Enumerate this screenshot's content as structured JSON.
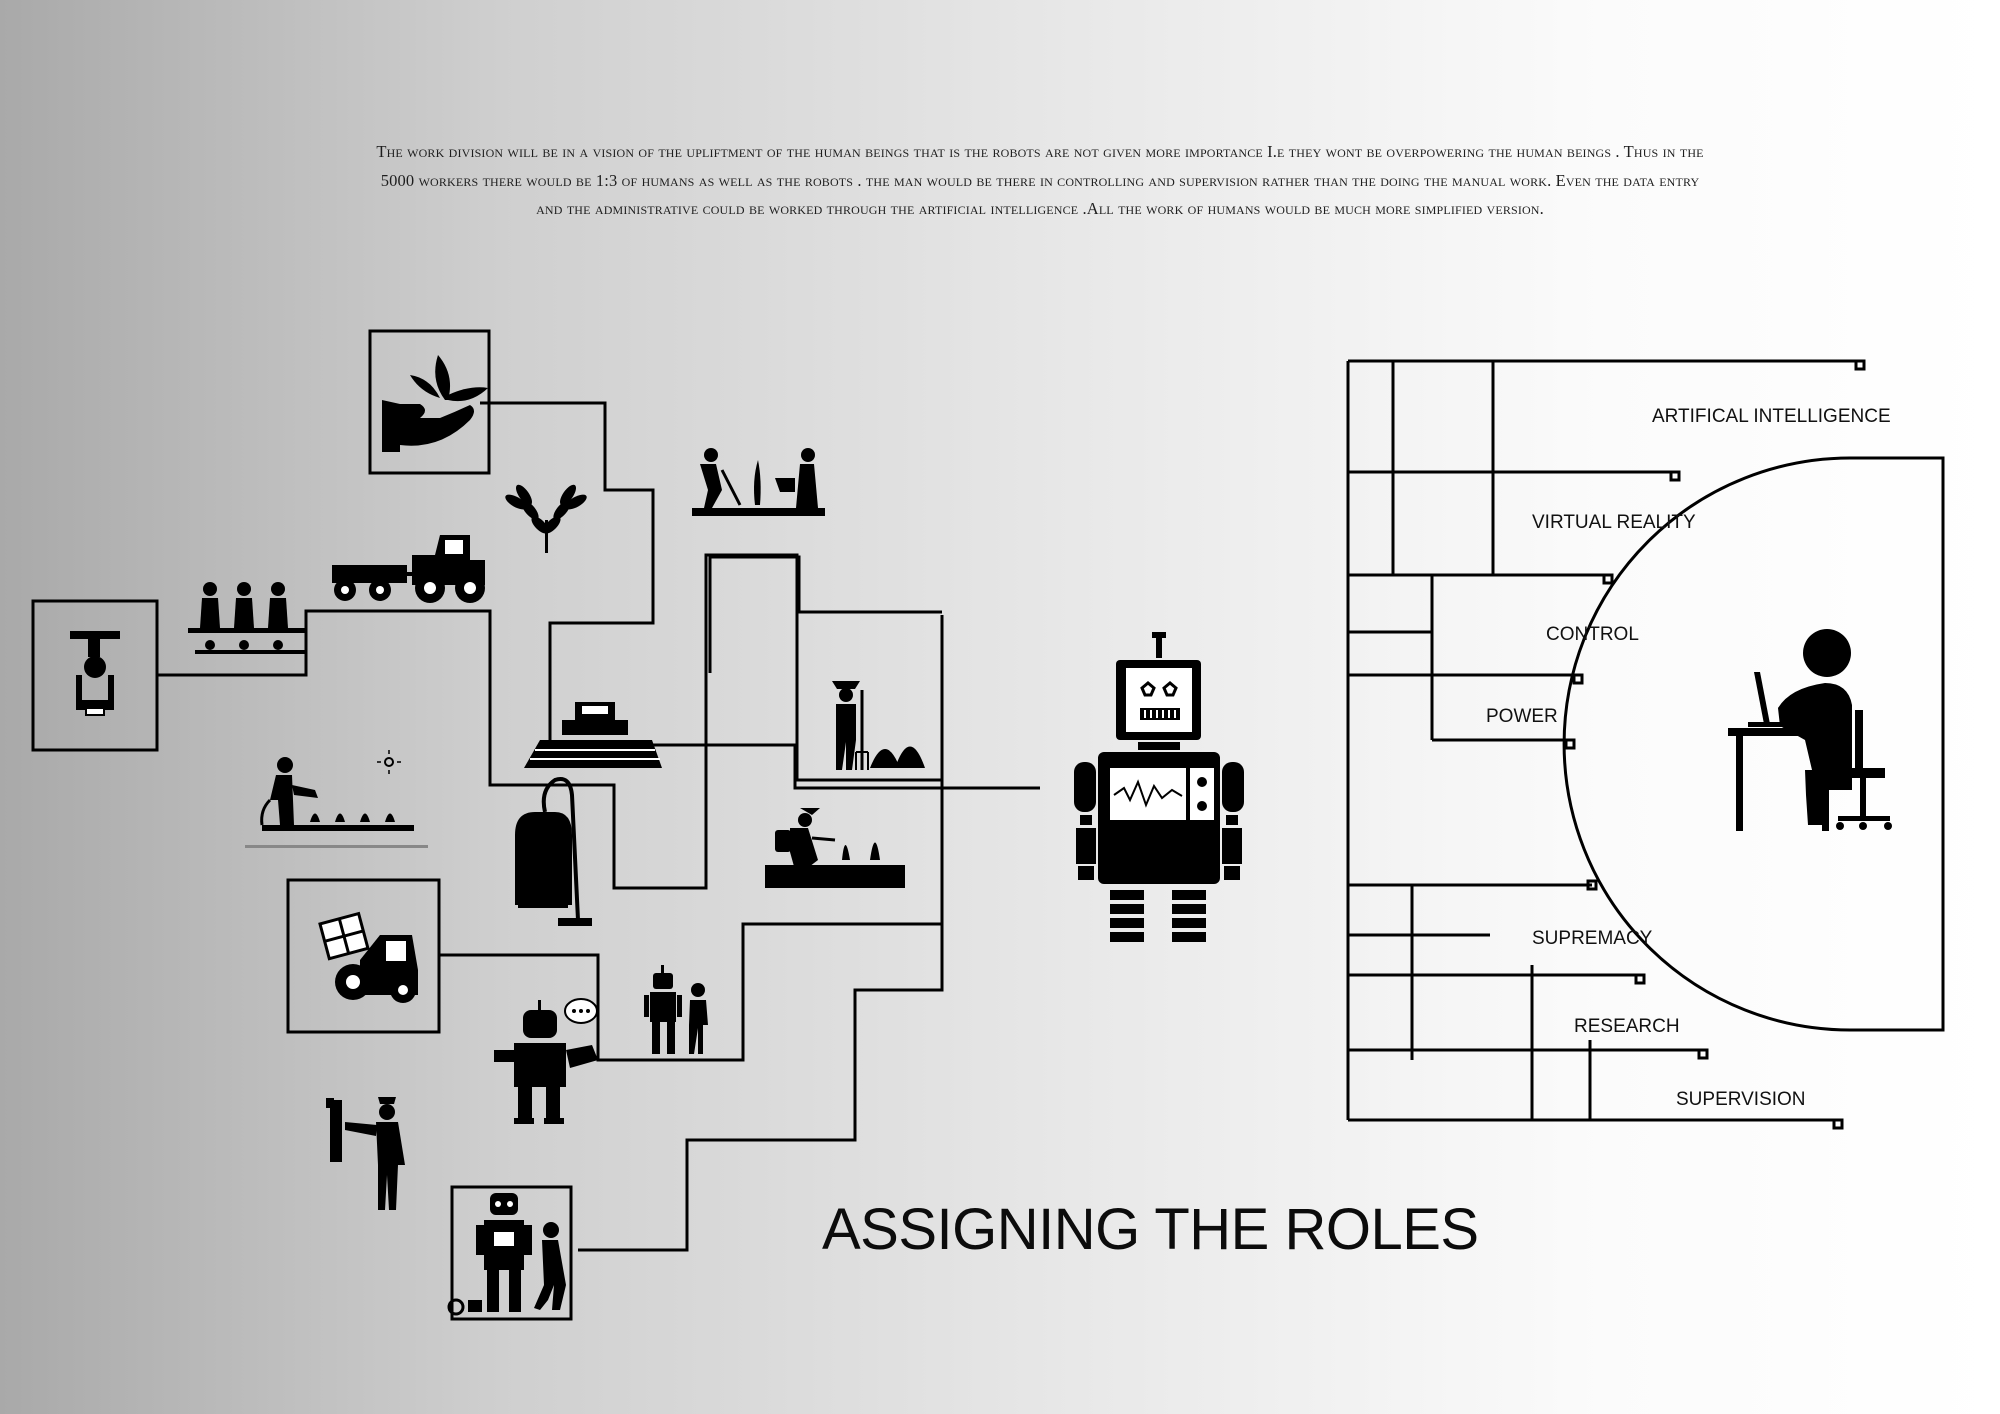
{
  "intro_text": "The work division will be in a vision of the upliftment of the human beings that is the robots are not given more importance I.e they wont be overpowering the human beings . Thus in the 5000 workers there would be 1:3 of humans as well as the robots . the man would be there in controlling and supervision rather than the doing the manual work. Even the data entry and the administrative could be worked through the artificial intelligence .All the work of humans would be much more simplified version.",
  "title": "ASSIGNING THE ROLES",
  "roles": [
    "ARTIFICAL INTELLIGENCE",
    "VIRTUAL REALITY",
    "CONTROL",
    "POWER",
    "SUPREMACY",
    "RESEARCH",
    "SUPERVISION"
  ],
  "icons": [
    "robotic-claw-icon",
    "hand-with-plant-icon",
    "wheat-sprig-icon",
    "gardeners-planting-icon",
    "assembly-line-workers-icon",
    "tractor-with-trailer-icon",
    "harvester-icon",
    "farmer-with-pitchfork-icon",
    "watering-plants-icon",
    "vacuum-cleaner-icon",
    "sprayer-farmer-icon",
    "tractor-loader-icon",
    "robot-with-child-icon",
    "talking-robot-icon",
    "worker-at-machine-icon",
    "robot-and-worker-icon",
    "central-robot-icon",
    "person-at-computer-icon"
  ],
  "colors": {
    "ink": "#000000",
    "text": "#1e1e1e"
  }
}
